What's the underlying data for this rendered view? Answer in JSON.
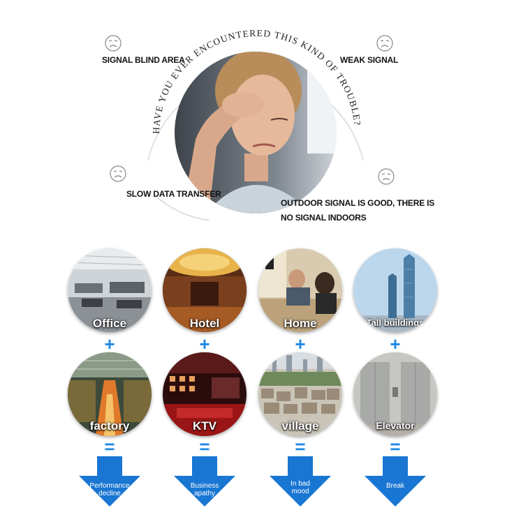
{
  "header": {
    "arc_text": "HAVE YOU EVER ENCOUNTERED THIS KIND OF TROUBLE?"
  },
  "problems": {
    "blind_area": "SIGNAL BLIND AREA",
    "weak_signal": "WEAK SIGNAL",
    "slow_data": "SLOW DATA TRANSFER",
    "indoor_line1": "OUTDOOR SIGNAL IS GOOD, THERE IS",
    "indoor_line2": "NO SIGNAL INDOORS"
  },
  "scenes": {
    "row1": [
      "Office",
      "Hotel",
      "Home",
      "Tall buildings"
    ],
    "row2": [
      "factory",
      "KTV",
      "village",
      "Elevator"
    ]
  },
  "operators": {
    "plus": "+",
    "equals": "="
  },
  "results": {
    "col1": [
      "Performance",
      "decline"
    ],
    "col2": [
      "Business",
      "apathy"
    ],
    "col3": [
      "In bad",
      "mood"
    ],
    "col4": [
      "Break"
    ]
  },
  "colors": {
    "accent_blue": "#1e88e5",
    "arrow_blue": "#1976d2",
    "icon_gray": "#888888"
  },
  "icons": {
    "sad_face": "sad-face-icon",
    "down_arrow": "down-arrow-icon"
  }
}
